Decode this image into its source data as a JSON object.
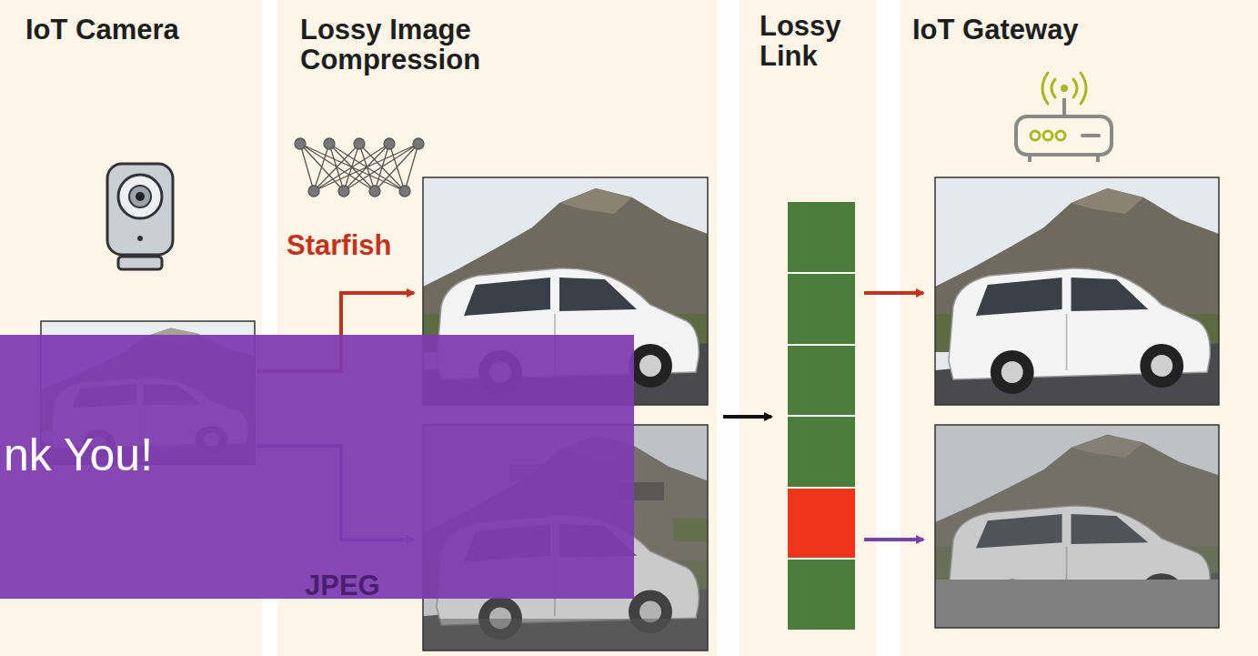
{
  "diagram": {
    "nodes": [
      {
        "text": [
          "IoT Camera"
        ]
      },
      {
        "text": [
          "Lossy Image Compression"
        ]
      },
      {
        "text": [
          "Lossy Link"
        ]
      },
      {
        "text": [
          "IoT Gateway"
        ]
      }
    ],
    "labels": [
      "Starfish",
      "JPEG",
      "nk You!"
    ]
  }
}
